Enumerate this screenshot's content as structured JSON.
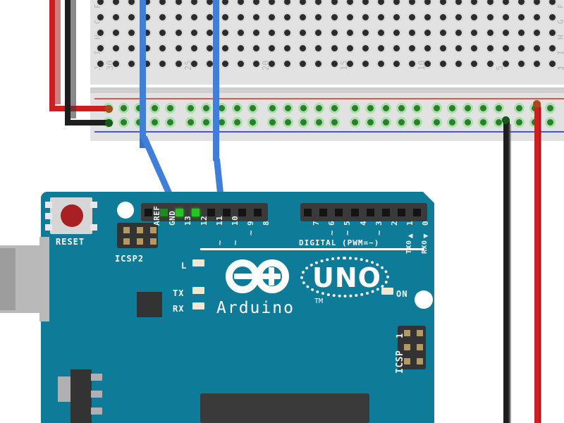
{
  "scene": {
    "title": "Arduino UNO wired to breadboard power rails",
    "background": "#ffffff"
  },
  "breadboard": {
    "name": "half-size solderless breadboard",
    "body_color": "#e2e2e2",
    "row_letters": [
      "F",
      "G",
      "H",
      "I",
      "J"
    ],
    "column_numbers": [
      "30",
      "25",
      "20",
      "15",
      "10",
      "5",
      "1"
    ],
    "power_rails": {
      "positive_line_color": "#e8534a",
      "negative_line_color": "#4b55c8",
      "hole_color": "#2c7d2c",
      "hole_halo_color": "#a9e2a9"
    }
  },
  "wires": [
    {
      "id": "wire-red-left",
      "color": "#cc1f1f",
      "label": "5V power wire",
      "from": "breadboard positive rail col 30",
      "to": "off-screen top"
    },
    {
      "id": "wire-black-left",
      "color": "#1e1e1e",
      "label": "GND wire",
      "from": "breadboard negative rail col 30",
      "to": "off-screen top"
    },
    {
      "id": "wire-blue-13",
      "color": "#3f7fd8",
      "label": "signal wire to pin 13",
      "from": "breadboard top section",
      "to": "digital pin 13"
    },
    {
      "id": "wire-blue-12",
      "color": "#3f7fd8",
      "label": "signal wire to pin 12",
      "from": "breadboard top section",
      "to": "digital pin 12"
    },
    {
      "id": "wire-black-right",
      "color": "#1e1e1e",
      "label": "GND wire right",
      "from": "breadboard negative rail col 1",
      "to": "off-screen bottom"
    },
    {
      "id": "wire-red-right",
      "color": "#cc1f1f",
      "label": "5V wire right",
      "from": "breadboard positive rail col 1",
      "to": "off-screen bottom"
    }
  ],
  "board": {
    "name": "Arduino UNO",
    "pcb_color": "#0e7c99",
    "brand": "Arduino",
    "trademark": "TM",
    "model": "UNO",
    "reset_label": "RESET",
    "icsp2_label": "ICSP2",
    "icsp_label": "ICSP",
    "icsp_pin1_label": "1",
    "digital_caption": "DIGITAL  (PWM=~)",
    "leds": [
      {
        "name": "led-l",
        "label": "L"
      },
      {
        "name": "led-tx",
        "label": "TX"
      },
      {
        "name": "led-rx",
        "label": "RX"
      },
      {
        "name": "led-on",
        "label": "ON"
      }
    ],
    "digital_header_left": [
      {
        "label": "AREF",
        "state": "empty",
        "pwm": false
      },
      {
        "label": "GND",
        "state": "ground",
        "pwm": false
      },
      {
        "label": "13",
        "state": "wired",
        "pwm": false
      },
      {
        "label": "12",
        "state": "wired",
        "pwm": false
      },
      {
        "label": "11",
        "state": "empty",
        "pwm": true
      },
      {
        "label": "10",
        "state": "empty",
        "pwm": true
      },
      {
        "label": "9",
        "state": "empty",
        "pwm": true
      },
      {
        "label": "8",
        "state": "empty",
        "pwm": false
      }
    ],
    "digital_header_right": [
      {
        "label": "7",
        "state": "empty",
        "pwm": false
      },
      {
        "label": "6",
        "state": "empty",
        "pwm": true
      },
      {
        "label": "5",
        "state": "empty",
        "pwm": true
      },
      {
        "label": "4",
        "state": "empty",
        "pwm": false
      },
      {
        "label": "3",
        "state": "empty",
        "pwm": true
      },
      {
        "label": "2",
        "state": "empty",
        "pwm": false
      },
      {
        "label": "1",
        "state": "empty",
        "pwm": false,
        "extra": "TX0",
        "arrow": "up"
      },
      {
        "label": "0",
        "state": "empty",
        "pwm": false,
        "extra": "RX0",
        "arrow": "down"
      }
    ]
  }
}
